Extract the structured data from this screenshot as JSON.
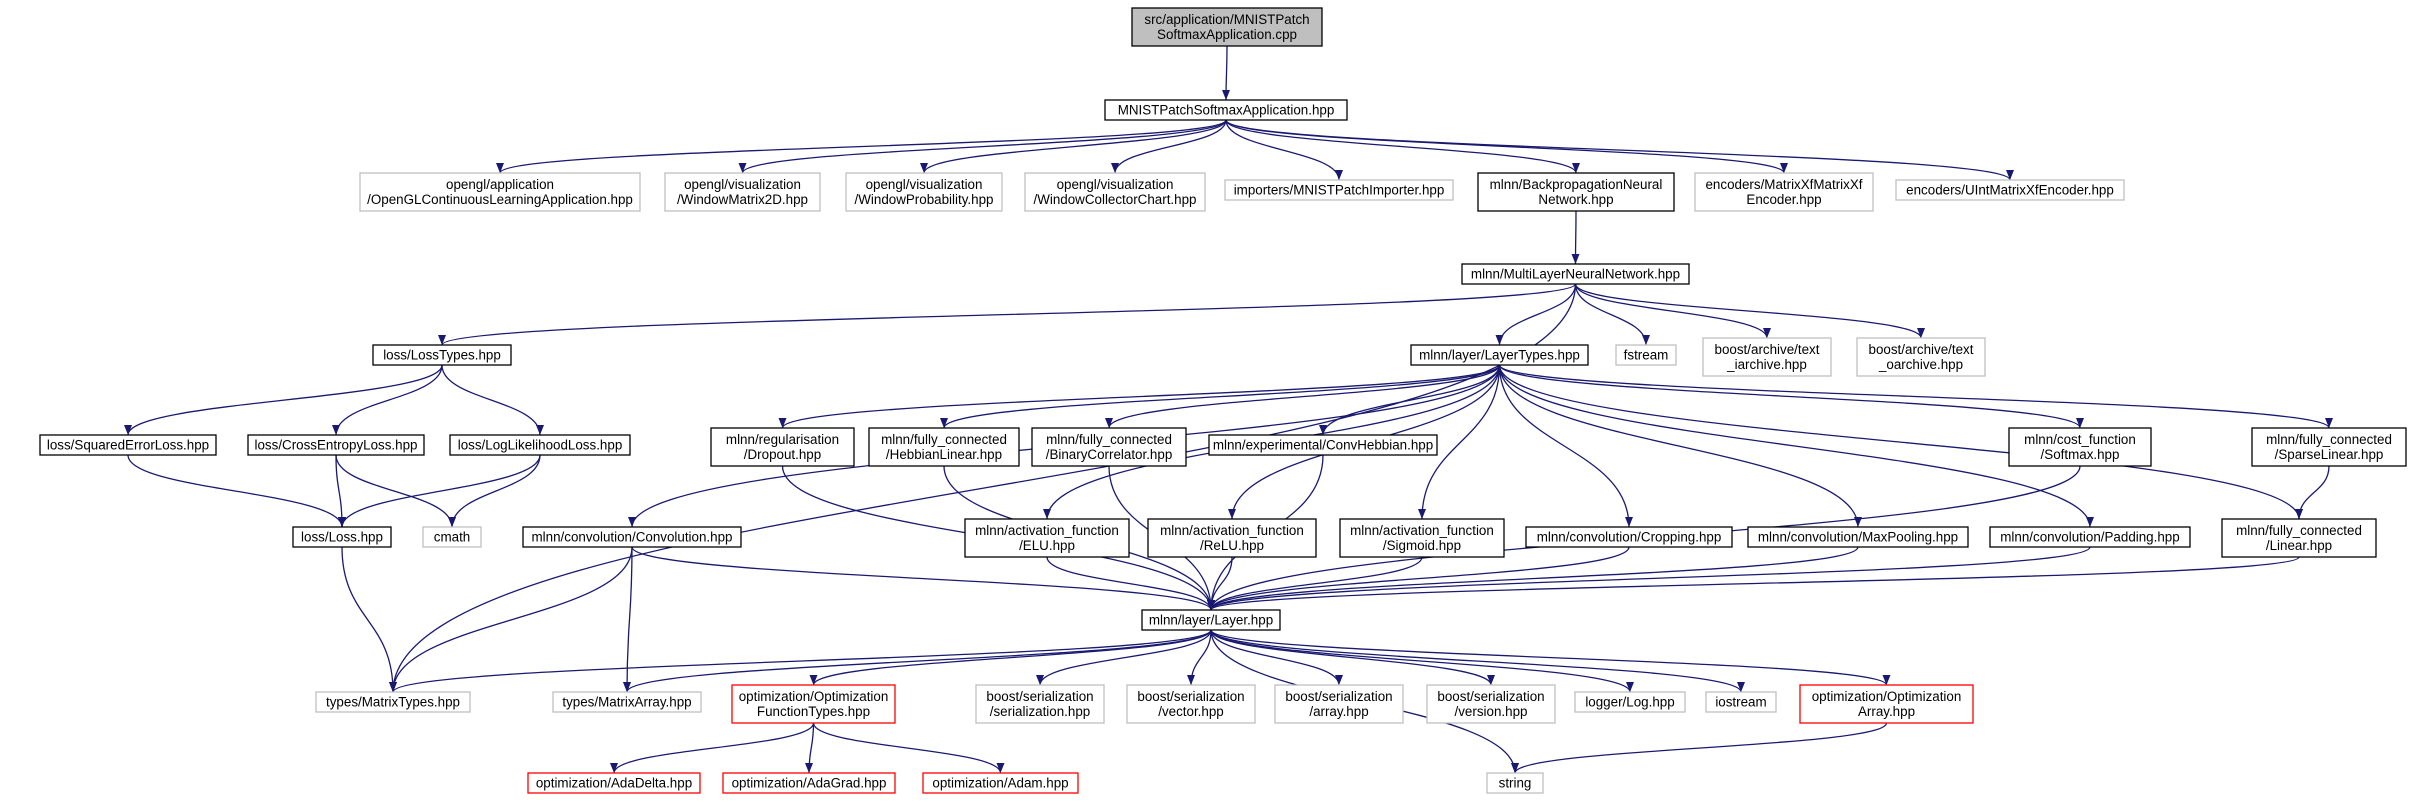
{
  "colors": {
    "edge": "#191970",
    "root_fill": "#bfbfbf",
    "documented_border": "#000000",
    "undocumented_border": "#bfbfbf",
    "truncated_border": "#ff0000"
  },
  "nodes": [
    {
      "id": "root",
      "label": "src/application/MNISTPatch\nSoftmaxApplication.cpp",
      "kind": "root"
    },
    {
      "id": "app_hpp",
      "label": "MNISTPatchSoftmaxApplication.hpp",
      "kind": "documented"
    },
    {
      "id": "gl_app",
      "label": "opengl/application\n/OpenGLContinuousLearningApplication.hpp",
      "kind": "undocumented"
    },
    {
      "id": "win_mat",
      "label": "opengl/visualization\n/WindowMatrix2D.hpp",
      "kind": "undocumented"
    },
    {
      "id": "win_prob",
      "label": "opengl/visualization\n/WindowProbability.hpp",
      "kind": "undocumented"
    },
    {
      "id": "win_coll",
      "label": "opengl/visualization\n/WindowCollectorChart.hpp",
      "kind": "undocumented"
    },
    {
      "id": "mnist_imp",
      "label": "importers/MNISTPatchImporter.hpp",
      "kind": "undocumented"
    },
    {
      "id": "bpnn",
      "label": "mlnn/BackpropagationNeural\nNetwork.hpp",
      "kind": "documented"
    },
    {
      "id": "enc_xf",
      "label": "encoders/MatrixXfMatrixXf\nEncoder.hpp",
      "kind": "undocumented"
    },
    {
      "id": "enc_uint",
      "label": "encoders/UIntMatrixXfEncoder.hpp",
      "kind": "undocumented"
    },
    {
      "id": "mlnn",
      "label": "mlnn/MultiLayerNeuralNetwork.hpp",
      "kind": "documented"
    },
    {
      "id": "losstypes",
      "label": "loss/LossTypes.hpp",
      "kind": "documented"
    },
    {
      "id": "layertypes",
      "label": "mlnn/layer/LayerTypes.hpp",
      "kind": "documented"
    },
    {
      "id": "fstream",
      "label": "fstream",
      "kind": "undocumented"
    },
    {
      "id": "text_iarch",
      "label": "boost/archive/text\n_iarchive.hpp",
      "kind": "undocumented"
    },
    {
      "id": "text_oarch",
      "label": "boost/archive/text\n_oarchive.hpp",
      "kind": "undocumented"
    },
    {
      "id": "sqerr",
      "label": "loss/SquaredErrorLoss.hpp",
      "kind": "documented"
    },
    {
      "id": "xent",
      "label": "loss/CrossEntropyLoss.hpp",
      "kind": "documented"
    },
    {
      "id": "loglik",
      "label": "loss/LogLikelihoodLoss.hpp",
      "kind": "documented"
    },
    {
      "id": "dropout",
      "label": "mlnn/regularisation\n/Dropout.hpp",
      "kind": "documented"
    },
    {
      "id": "hebb_lin",
      "label": "mlnn/fully_connected\n/HebbianLinear.hpp",
      "kind": "documented"
    },
    {
      "id": "bin_corr",
      "label": "mlnn/fully_connected\n/BinaryCorrelator.hpp",
      "kind": "documented"
    },
    {
      "id": "conv_hebb",
      "label": "mlnn/experimental/ConvHebbian.hpp",
      "kind": "documented"
    },
    {
      "id": "softmax",
      "label": "mlnn/cost_function\n/Softmax.hpp",
      "kind": "documented"
    },
    {
      "id": "sparse_lin",
      "label": "mlnn/fully_connected\n/SparseLinear.hpp",
      "kind": "documented"
    },
    {
      "id": "loss",
      "label": "loss/Loss.hpp",
      "kind": "documented"
    },
    {
      "id": "cmath",
      "label": "cmath",
      "kind": "undocumented"
    },
    {
      "id": "convolution",
      "label": "mlnn/convolution/Convolution.hpp",
      "kind": "documented"
    },
    {
      "id": "elu",
      "label": "mlnn/activation_function\n/ELU.hpp",
      "kind": "documented"
    },
    {
      "id": "relu",
      "label": "mlnn/activation_function\n/ReLU.hpp",
      "kind": "documented"
    },
    {
      "id": "sigmoid",
      "label": "mlnn/activation_function\n/Sigmoid.hpp",
      "kind": "documented"
    },
    {
      "id": "cropping",
      "label": "mlnn/convolution/Cropping.hpp",
      "kind": "documented"
    },
    {
      "id": "maxpool",
      "label": "mlnn/convolution/MaxPooling.hpp",
      "kind": "documented"
    },
    {
      "id": "padding",
      "label": "mlnn/convolution/Padding.hpp",
      "kind": "documented"
    },
    {
      "id": "linear",
      "label": "mlnn/fully_connected\n/Linear.hpp",
      "kind": "documented"
    },
    {
      "id": "layer",
      "label": "mlnn/layer/Layer.hpp",
      "kind": "documented"
    },
    {
      "id": "mtypes",
      "label": "types/MatrixTypes.hpp",
      "kind": "undocumented"
    },
    {
      "id": "marray",
      "label": "types/MatrixArray.hpp",
      "kind": "undocumented"
    },
    {
      "id": "opt_ft",
      "label": "optimization/Optimization\nFunctionTypes.hpp",
      "kind": "truncated"
    },
    {
      "id": "ser",
      "label": "boost/serialization\n/serialization.hpp",
      "kind": "undocumented"
    },
    {
      "id": "ser_vec",
      "label": "boost/serialization\n/vector.hpp",
      "kind": "undocumented"
    },
    {
      "id": "ser_arr",
      "label": "boost/serialization\n/array.hpp",
      "kind": "undocumented"
    },
    {
      "id": "ser_ver",
      "label": "boost/serialization\n/version.hpp",
      "kind": "undocumented"
    },
    {
      "id": "log",
      "label": "logger/Log.hpp",
      "kind": "undocumented"
    },
    {
      "id": "iostream",
      "label": "iostream",
      "kind": "undocumented"
    },
    {
      "id": "opt_arr",
      "label": "optimization/Optimization\nArray.hpp",
      "kind": "truncated"
    },
    {
      "id": "adadelta",
      "label": "optimization/AdaDelta.hpp",
      "kind": "truncated"
    },
    {
      "id": "adagrad",
      "label": "optimization/AdaGrad.hpp",
      "kind": "truncated"
    },
    {
      "id": "adam",
      "label": "optimization/Adam.hpp",
      "kind": "truncated"
    },
    {
      "id": "string",
      "label": "string",
      "kind": "undocumented"
    }
  ],
  "edges": [
    [
      "root",
      "app_hpp"
    ],
    [
      "app_hpp",
      "gl_app"
    ],
    [
      "app_hpp",
      "win_mat"
    ],
    [
      "app_hpp",
      "win_prob"
    ],
    [
      "app_hpp",
      "win_coll"
    ],
    [
      "app_hpp",
      "mnist_imp"
    ],
    [
      "app_hpp",
      "bpnn"
    ],
    [
      "app_hpp",
      "enc_xf"
    ],
    [
      "app_hpp",
      "enc_uint"
    ],
    [
      "bpnn",
      "mlnn"
    ],
    [
      "mlnn",
      "losstypes"
    ],
    [
      "mlnn",
      "layertypes"
    ],
    [
      "mlnn",
      "fstream"
    ],
    [
      "mlnn",
      "text_iarch"
    ],
    [
      "mlnn",
      "text_oarch"
    ],
    [
      "mlnn",
      "mtypes"
    ],
    [
      "losstypes",
      "sqerr"
    ],
    [
      "losstypes",
      "xent"
    ],
    [
      "losstypes",
      "loglik"
    ],
    [
      "sqerr",
      "loss"
    ],
    [
      "xent",
      "loss"
    ],
    [
      "xent",
      "cmath"
    ],
    [
      "loglik",
      "loss"
    ],
    [
      "loglik",
      "cmath"
    ],
    [
      "loss",
      "mtypes"
    ],
    [
      "layertypes",
      "dropout"
    ],
    [
      "layertypes",
      "hebb_lin"
    ],
    [
      "layertypes",
      "bin_corr"
    ],
    [
      "layertypes",
      "conv_hebb"
    ],
    [
      "layertypes",
      "softmax"
    ],
    [
      "layertypes",
      "sparse_lin"
    ],
    [
      "layertypes",
      "convolution"
    ],
    [
      "layertypes",
      "elu"
    ],
    [
      "layertypes",
      "relu"
    ],
    [
      "layertypes",
      "sigmoid"
    ],
    [
      "layertypes",
      "cropping"
    ],
    [
      "layertypes",
      "maxpool"
    ],
    [
      "layertypes",
      "padding"
    ],
    [
      "layertypes",
      "linear"
    ],
    [
      "dropout",
      "layer"
    ],
    [
      "hebb_lin",
      "layer"
    ],
    [
      "bin_corr",
      "layer"
    ],
    [
      "conv_hebb",
      "layer"
    ],
    [
      "softmax",
      "layer"
    ],
    [
      "sparse_lin",
      "linear"
    ],
    [
      "linear",
      "layer"
    ],
    [
      "convolution",
      "layer"
    ],
    [
      "convolution",
      "mtypes"
    ],
    [
      "convolution",
      "marray"
    ],
    [
      "elu",
      "layer"
    ],
    [
      "relu",
      "layer"
    ],
    [
      "sigmoid",
      "layer"
    ],
    [
      "cropping",
      "layer"
    ],
    [
      "maxpool",
      "layer"
    ],
    [
      "padding",
      "layer"
    ],
    [
      "layer",
      "mtypes"
    ],
    [
      "layer",
      "marray"
    ],
    [
      "layer",
      "opt_ft"
    ],
    [
      "layer",
      "ser"
    ],
    [
      "layer",
      "ser_vec"
    ],
    [
      "layer",
      "ser_arr"
    ],
    [
      "layer",
      "ser_ver"
    ],
    [
      "layer",
      "log"
    ],
    [
      "layer",
      "iostream"
    ],
    [
      "layer",
      "opt_arr"
    ],
    [
      "layer",
      "string"
    ],
    [
      "opt_ft",
      "adadelta"
    ],
    [
      "opt_ft",
      "adagrad"
    ],
    [
      "opt_ft",
      "adam"
    ],
    [
      "opt_arr",
      "string"
    ]
  ]
}
